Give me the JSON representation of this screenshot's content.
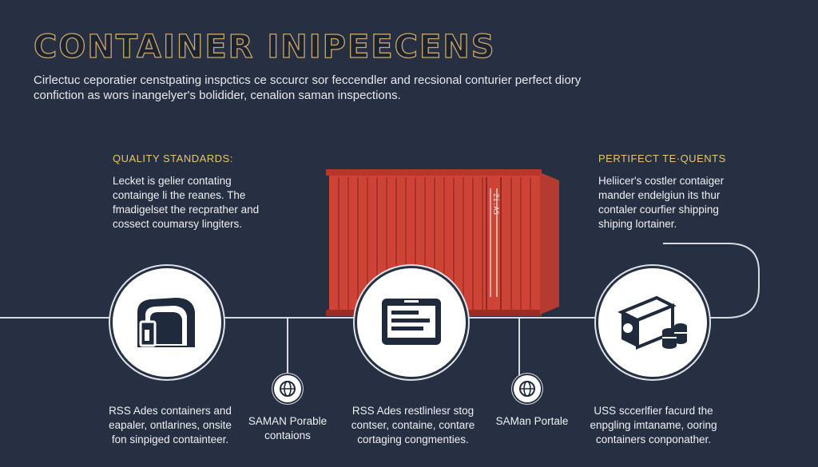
{
  "title": "CONTAINER INIPEECENS",
  "subtitle": "Cirlectuc ceporatier censtpating inspctics ce sccurcr sor feccendler and recsional conturier perfect diory confiction as wors inangelyer's bolidider, cenalion saman inspections.",
  "left_panel": {
    "heading": "QUALITY STANDARDS:",
    "text": "Lecket is gelier contating containge li the reanes. The fmadigelset the recprather and cossect coumarsy lingiters."
  },
  "right_panel": {
    "heading": "PERTIFECT TE·QUENTS",
    "text": "Heliicer's costler contaiger mander endelgiun its thur contaler courfier shipping shiping lortainer."
  },
  "container_marking": "Zi:AS",
  "icons": {
    "left": "warehouse-icon",
    "center": "monitor-icon",
    "right": "shipping-cargo-icon",
    "mini": "globe-icon"
  },
  "bottom": {
    "col1": "RSS Ades containers and eapaler, ontlarines, onsite fon sinpiged containteer.",
    "label1": "SAMAN Porable contaions",
    "col2": "RSS Ades restlinlesr stog contser, containe, contare cortaging congmenties.",
    "label2": "SAMan Portale",
    "col3": "USS sccerlfier facurd the enpgling imtaname, ooring containers conponather."
  },
  "colors": {
    "background": "#263042",
    "accent_gold": "#e8c46a",
    "container_red": "#d9473a",
    "icon_dark": "#1f2a3c"
  }
}
